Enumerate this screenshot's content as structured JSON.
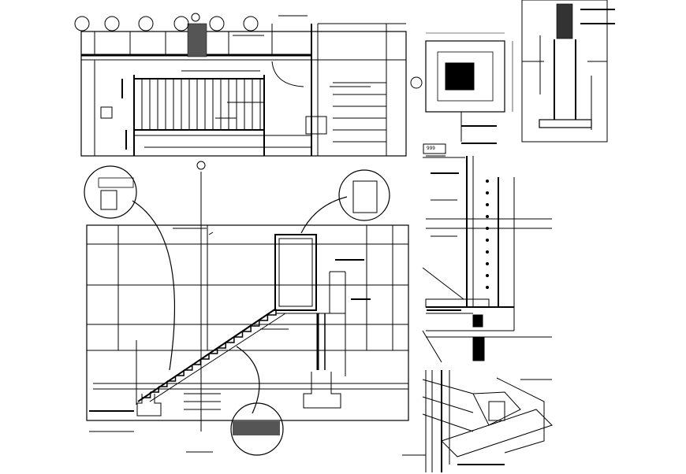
{
  "sheet": {
    "background": "#ffffff",
    "line_color": "#000000",
    "views": [
      {
        "name": "staircase-elevation-top",
        "kind": "elevation"
      },
      {
        "name": "footing-plan",
        "kind": "plan"
      },
      {
        "name": "column-footing-section",
        "kind": "section"
      },
      {
        "name": "staircase-elevation-main",
        "kind": "elevation"
      },
      {
        "name": "staircase-side-section",
        "kind": "section"
      },
      {
        "name": "stringer-3d-detail",
        "kind": "perspective"
      }
    ]
  },
  "detail_tag": {
    "label": "999"
  },
  "callouts": {
    "count_top_elevation": 7,
    "detail_circles": [
      "top-left-detail",
      "top-right-detail",
      "bottom-detail"
    ]
  },
  "stairs": {
    "main_flight_treads": 16,
    "top_railing_balusters": 16
  }
}
